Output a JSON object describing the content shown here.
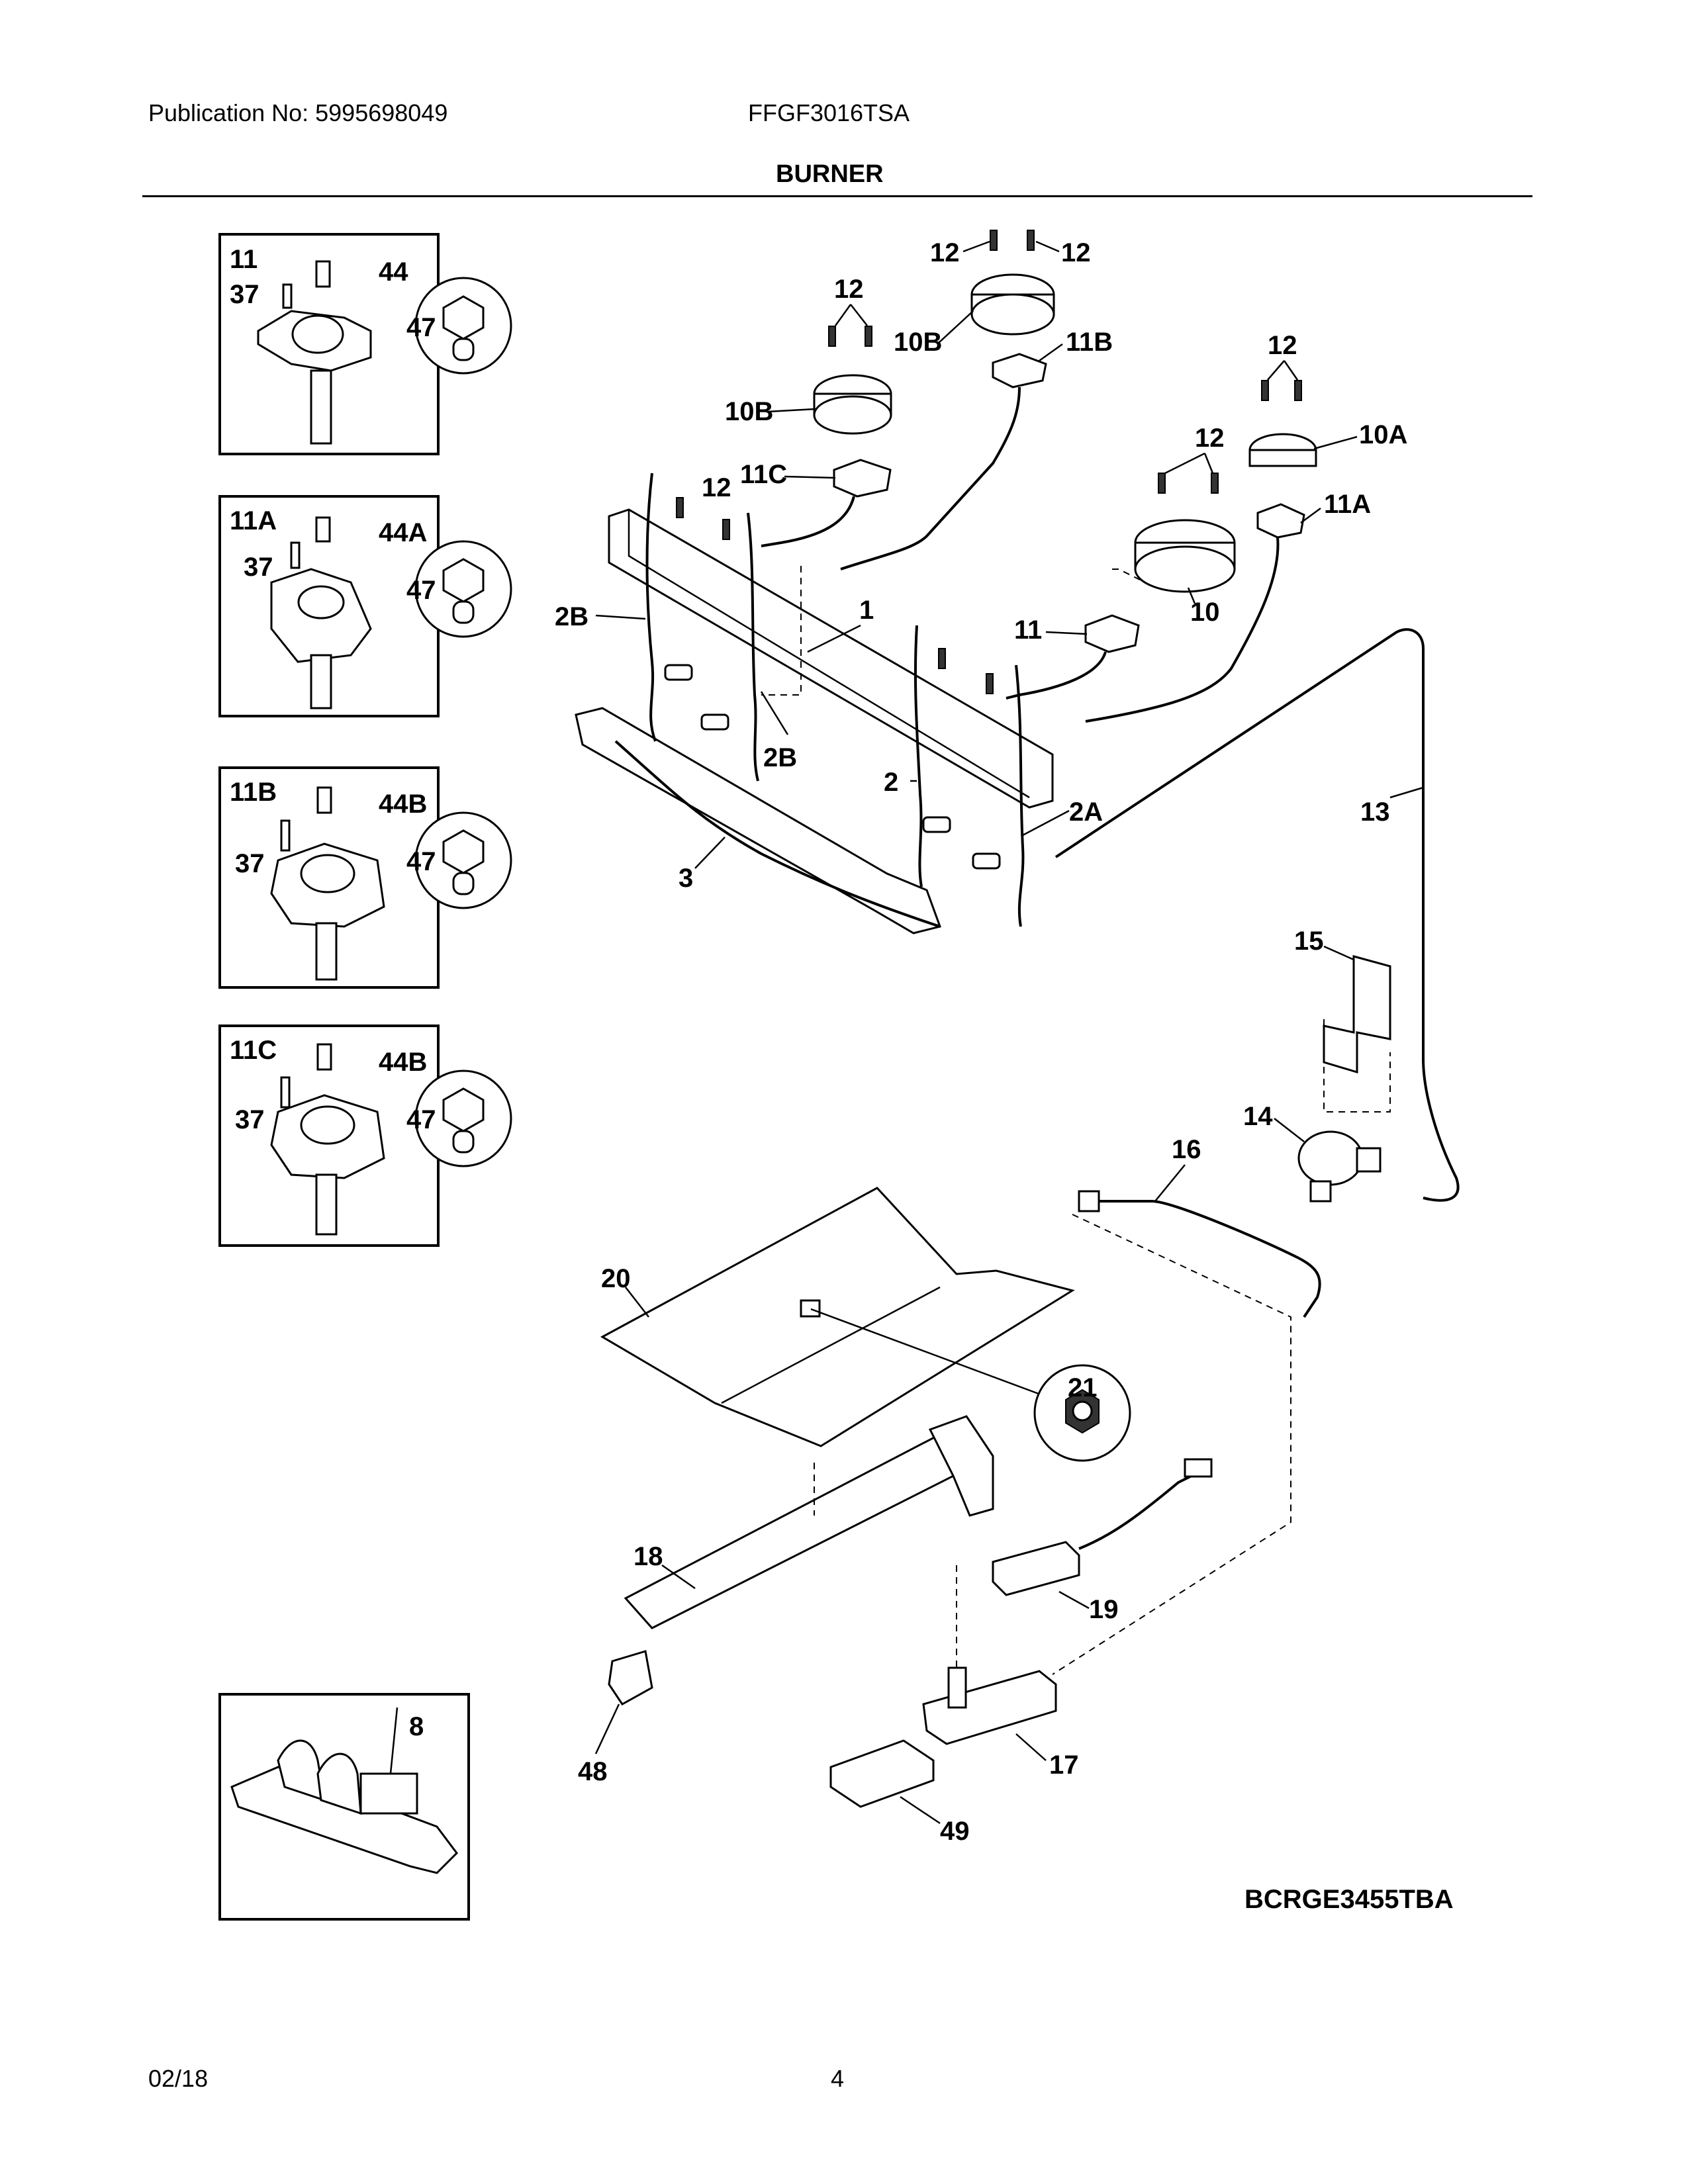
{
  "header": {
    "publication": "Publication No: 5995698049",
    "model": "FFGF3016TSA",
    "section_title": "BURNER"
  },
  "footer": {
    "date": "02/18",
    "page_number": "4",
    "diagram_code": "BCRGE3455TBA"
  },
  "insets": [
    {
      "labels": [
        "11",
        "37",
        "44",
        "47"
      ]
    },
    {
      "labels": [
        "11A",
        "37",
        "44A",
        "47"
      ]
    },
    {
      "labels": [
        "11B",
        "37",
        "44B",
        "47"
      ]
    },
    {
      "labels": [
        "11C",
        "37",
        "44B",
        "47"
      ]
    },
    {
      "labels": [
        "8"
      ]
    }
  ],
  "callouts": [
    "12",
    "12",
    "12",
    "12",
    "12",
    "12",
    "10B",
    "11B",
    "10B",
    "11C",
    "10A",
    "11A",
    "10",
    "11",
    "1",
    "2B",
    "2B",
    "2",
    "2A",
    "3",
    "13",
    "15",
    "14",
    "16",
    "20",
    "21",
    "18",
    "19",
    "17",
    "48",
    "49"
  ]
}
